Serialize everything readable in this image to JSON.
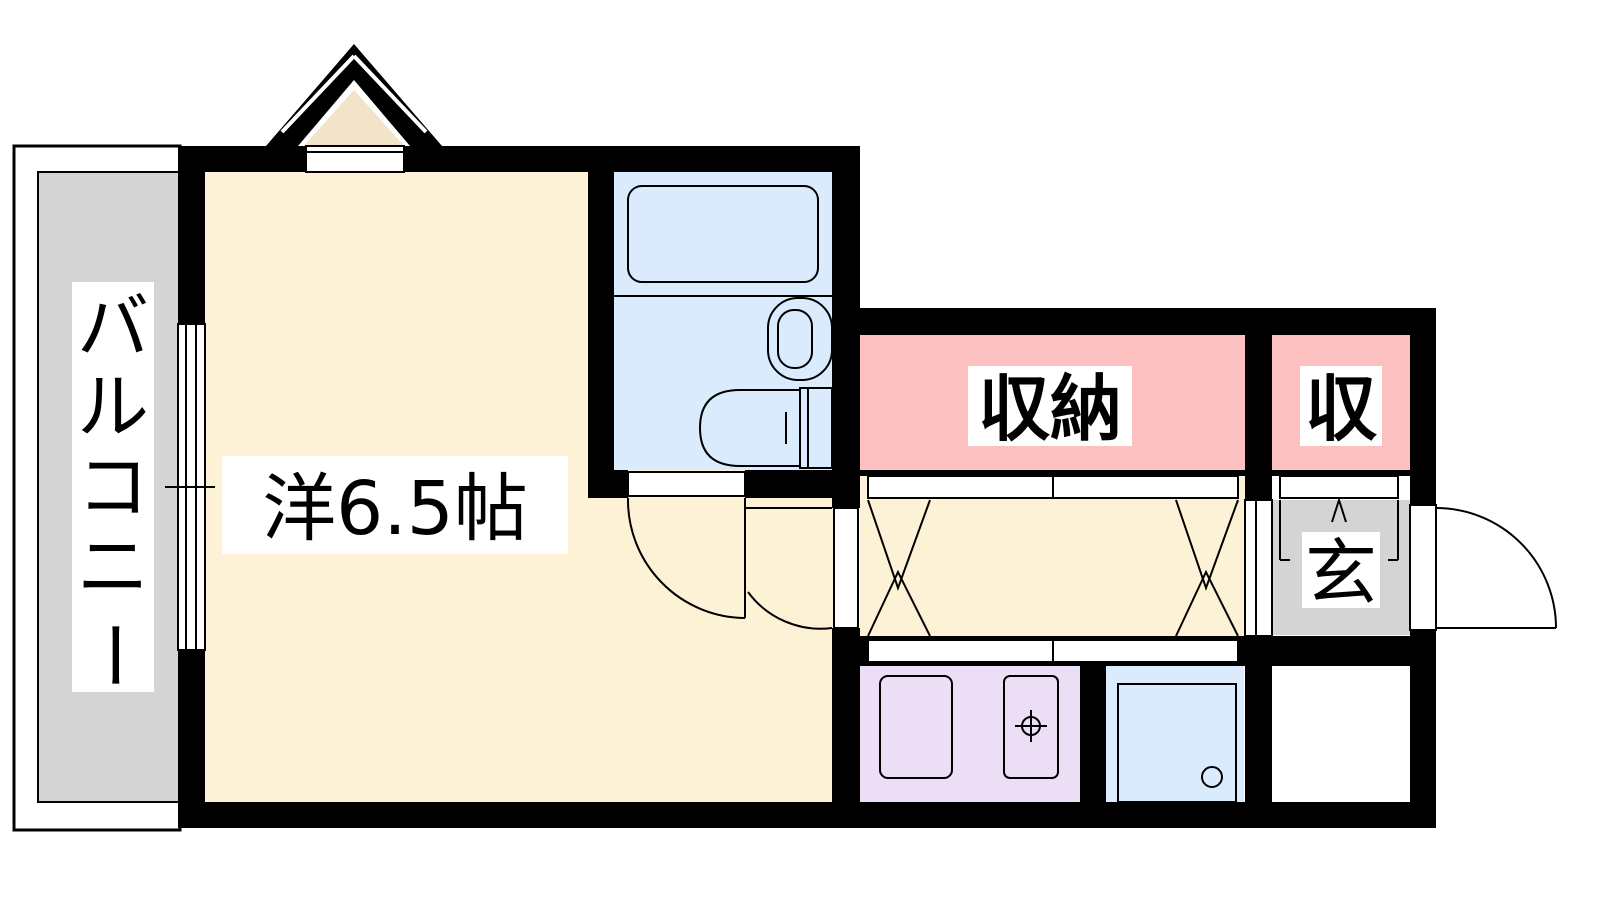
{
  "rooms": {
    "western": {
      "label": "洋6.5帖",
      "fill": "#fdf2d5"
    },
    "storage": {
      "label": "収納",
      "fill": "#fdc0c0"
    },
    "storage_small": {
      "label": "収",
      "fill": "#fdc0c0"
    },
    "entrance": {
      "label": "玄",
      "fill": "#d4d4d4"
    },
    "balcony": {
      "label_chars": [
        "バ",
        "ル",
        "コ",
        "ニ",
        "ー"
      ],
      "fill": "#d4d4d4"
    },
    "bath": {
      "fill": "#d9ebfd"
    },
    "kitchen": {
      "fill": "#ecdff5"
    },
    "fridge": {
      "fill": "#d9ebfd"
    },
    "corridor": {
      "fill": "#fdf2d5"
    },
    "bay": {
      "fill": "#f3e3c8"
    }
  },
  "colors": {
    "wall": "#000000",
    "label_bg": "#ffffff"
  }
}
